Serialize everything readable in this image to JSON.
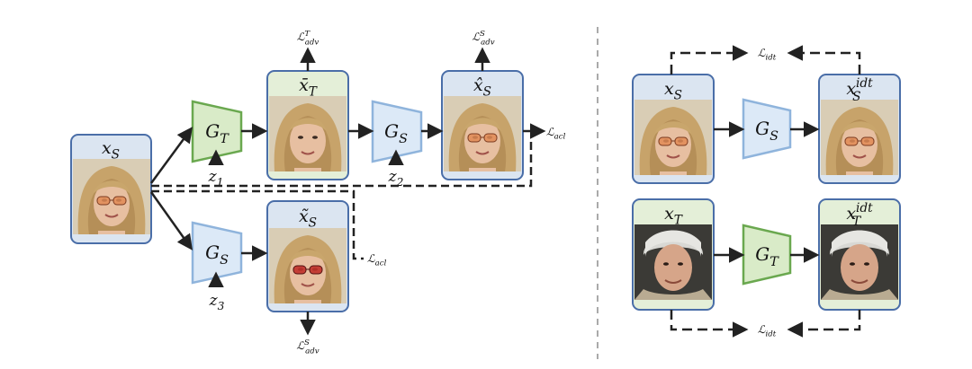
{
  "colors": {
    "blue_fill": "#dbe5f1",
    "blue_stroke": "#4a6ea8",
    "green_fill": "#e4efd8",
    "green_stroke": "#6e9a46",
    "gen_s_fill": "#dce9f7",
    "gen_s_stroke": "#8fb4dc",
    "gen_t_fill": "#d9ebc8",
    "gen_t_stroke": "#6aa84f",
    "arrow": "#222222",
    "divider": "#aaaaaa"
  },
  "left": {
    "input_label": "x_S",
    "gen_t_label": "G_T",
    "gen_s_label": "G_S",
    "gen_s2_label": "G_S",
    "z1": "z_1",
    "z2": "z_2",
    "z3": "z_3",
    "xbar_t": "x̄_T",
    "xhat_s": "x̂_S",
    "xtilde_s": "x̃_S",
    "loss_adv_t": "ℒ^T_adv",
    "loss_adv_s_top": "ℒ^S_adv",
    "loss_adv_s_bottom": "ℒ^S_adv",
    "loss_acl_1": "ℒ_acl",
    "loss_acl_2": "ℒ_acl"
  },
  "right": {
    "xs_label": "x_S",
    "xs_idt_label": "x^idt_S",
    "xt_label": "x_T",
    "xt_idt_label": "x^idt_T",
    "gen_s_label": "G_S",
    "gen_t_label": "G_T",
    "loss_idt_top": "ℒ_idt",
    "loss_idt_bottom": "ℒ_idt"
  }
}
